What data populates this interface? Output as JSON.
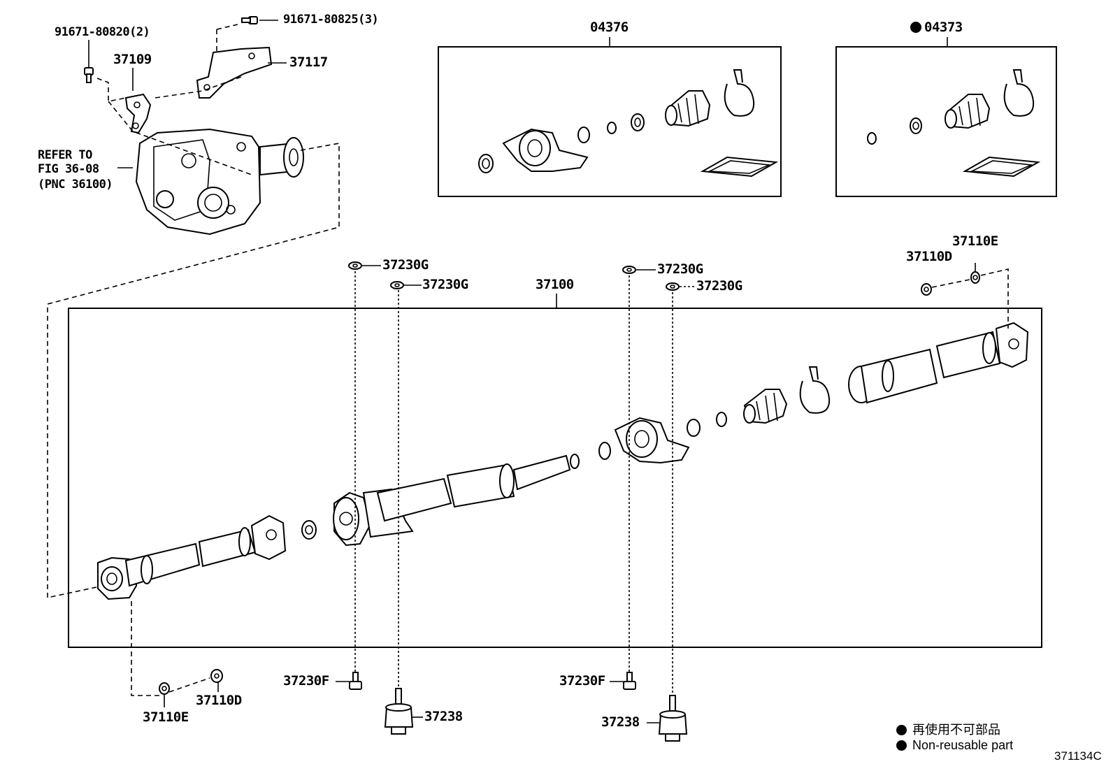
{
  "labels": {
    "bolt_91671_80820": "91671-80820(2)",
    "bolt_91671_80825": "91671-80825(3)",
    "bracket_37109": "37109",
    "plate_37117": "37117",
    "refer_line1": "REFER TO",
    "refer_line2": "FIG 36-08",
    "refer_line3": "(PNC 36100)",
    "kit_04376": "04376",
    "kit_04373": "04373",
    "washer_37230G_1": "37230G",
    "washer_37230G_2": "37230G",
    "washer_37230G_3": "37230G",
    "washer_37230G_4": "37230G",
    "shaft_37100": "37100",
    "nut_37110D_top": "37110D",
    "washer_37110E_top": "37110E",
    "washer_37110E_bottom": "37110E",
    "nut_37110D_bottom": "37110D",
    "bolt_37230F_1": "37230F",
    "bolt_37230F_2": "37230F",
    "mount_37238_1": "37238",
    "mount_37238_2": "37238"
  },
  "legend": {
    "jp": "再使用不可部品",
    "en": "Non-reusable part"
  },
  "diagram_code": "371134C"
}
